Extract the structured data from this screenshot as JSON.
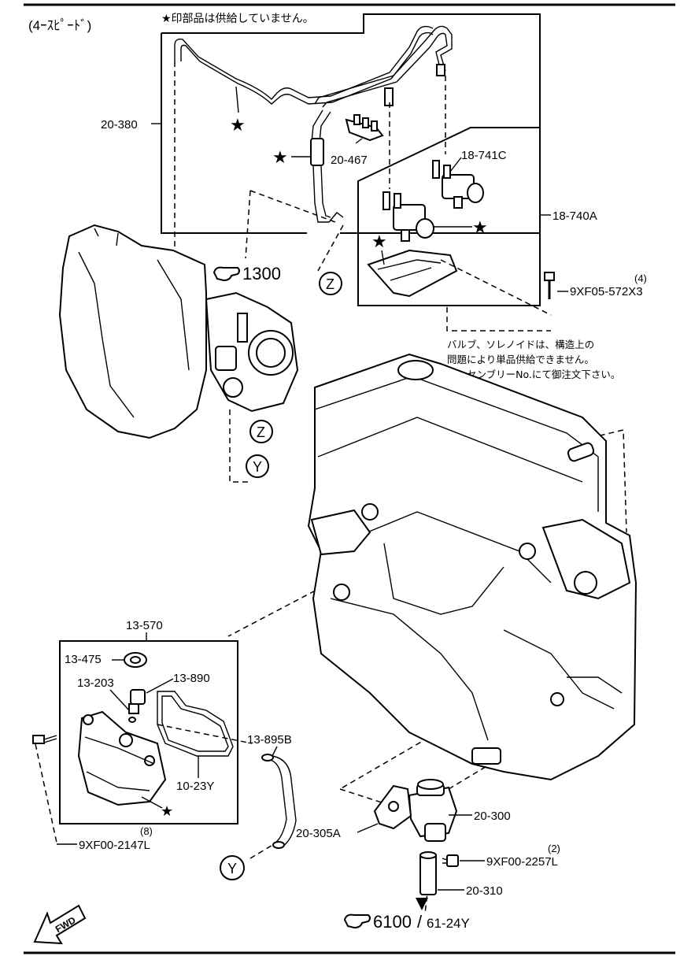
{
  "header": {
    "title": "(4ｰｽﾋﾟｰﾄﾞ)"
  },
  "notes": {
    "star_note": "★印部品は供給していません。",
    "assembly_note": [
      "バルブ、ソレノイドは、構造上の",
      "問題により単品供給できません。",
      "アッセンブリーNo.にて御注文下さい。"
    ]
  },
  "callouts": {
    "p20_380": "20-380",
    "p20_467": "20-467",
    "p18_741C": "18-741C",
    "p18_740A": "18-740A",
    "p9XF05_qty": "(4)",
    "p9XF05": "9XF05-572X3",
    "ref1300": "1300",
    "zone_z": "Z",
    "zone_y": "Y",
    "p13_570": "13-570",
    "p13_475": "13-475",
    "p13_203": "13-203",
    "p13_890": "13-890",
    "p10_23Y": "10-23Y",
    "p13_895B": "13-895B",
    "p9XF00_2147_qty": "(8)",
    "p9XF00_2147L": "9XF00-2147L",
    "p20_300": "20-300",
    "p20_305A": "20-305A",
    "p9XF00_2257_qty": "(2)",
    "p9XF00_2257L": "9XF00-2257L",
    "p20_310": "20-310",
    "ref6100": "6100",
    "ref_sep": "/",
    "ref61_24Y": "61-24Y",
    "fwd": "FWD"
  },
  "symbols": {
    "star": "★"
  },
  "icons": [
    "pointing-hand-icon",
    "fwd-arrow-icon",
    "star-icon"
  ]
}
